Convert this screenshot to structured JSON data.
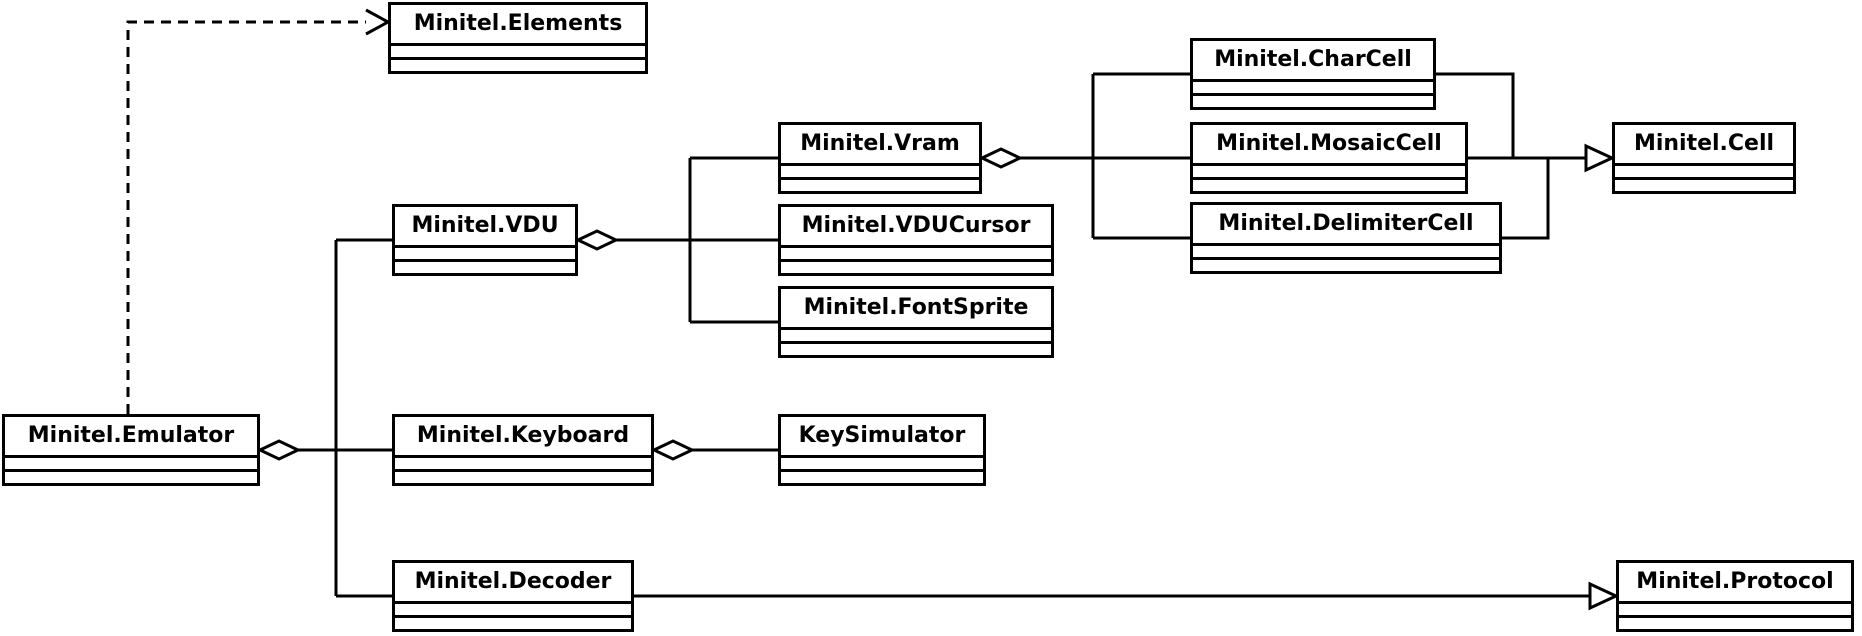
{
  "diagram": {
    "kind": "uml-class-diagram",
    "colors": {
      "stroke": "#000000",
      "background": "#ffffff"
    },
    "classes": [
      {
        "id": "emulator",
        "label": "Minitel.Emulator"
      },
      {
        "id": "elements",
        "label": "Minitel.Elements"
      },
      {
        "id": "vdu",
        "label": "Minitel.VDU"
      },
      {
        "id": "vram",
        "label": "Minitel.Vram"
      },
      {
        "id": "vducursor",
        "label": "Minitel.VDUCursor"
      },
      {
        "id": "fontsprite",
        "label": "Minitel.FontSprite"
      },
      {
        "id": "charcell",
        "label": "Minitel.CharCell"
      },
      {
        "id": "mosaiccell",
        "label": "Minitel.MosaicCell"
      },
      {
        "id": "delimitercell",
        "label": "Minitel.DelimiterCell"
      },
      {
        "id": "cell",
        "label": "Minitel.Cell"
      },
      {
        "id": "keyboard",
        "label": "Minitel.Keyboard"
      },
      {
        "id": "keysimulator",
        "label": "KeySimulator"
      },
      {
        "id": "decoder",
        "label": "Minitel.Decoder"
      },
      {
        "id": "protocol",
        "label": "Minitel.Protocol"
      }
    ],
    "relationships": [
      {
        "type": "dependency",
        "from": "Minitel.Emulator",
        "to": "Minitel.Elements",
        "style": "dashed-open-arrow"
      },
      {
        "type": "aggregation",
        "from": "Minitel.Emulator",
        "to": [
          "Minitel.VDU",
          "Minitel.Keyboard",
          "Minitel.Decoder"
        ]
      },
      {
        "type": "aggregation",
        "from": "Minitel.VDU",
        "to": [
          "Minitel.Vram",
          "Minitel.VDUCursor",
          "Minitel.FontSprite"
        ]
      },
      {
        "type": "aggregation",
        "from": "Minitel.Vram",
        "to": [
          "Minitel.CharCell",
          "Minitel.MosaicCell",
          "Minitel.DelimiterCell"
        ]
      },
      {
        "type": "aggregation",
        "from": "Minitel.Keyboard",
        "to": [
          "KeySimulator"
        ]
      },
      {
        "type": "generalization",
        "from": [
          "Minitel.CharCell",
          "Minitel.MosaicCell",
          "Minitel.DelimiterCell"
        ],
        "to": "Minitel.Cell"
      },
      {
        "type": "generalization",
        "from": [
          "Minitel.Decoder"
        ],
        "to": "Minitel.Protocol"
      }
    ]
  }
}
